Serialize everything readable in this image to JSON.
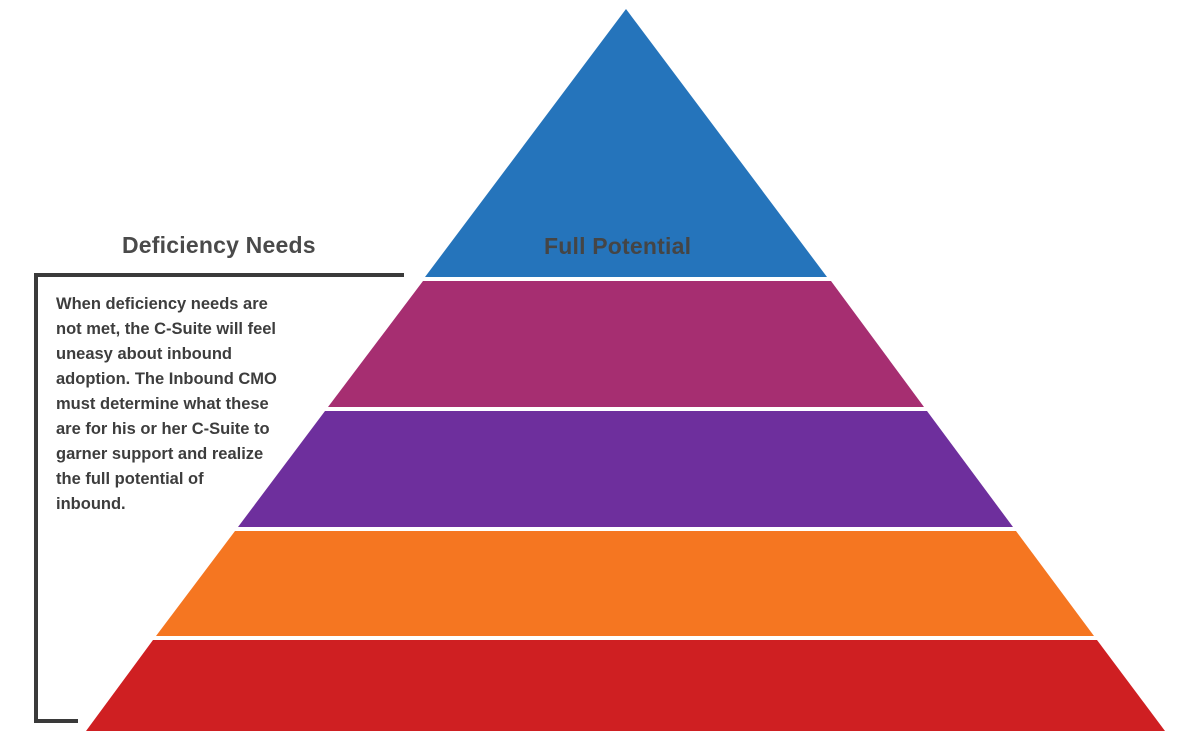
{
  "labels": {
    "deficiency_needs": "Deficiency Needs",
    "full_potential": "Full Potential"
  },
  "description_lines": [
    "When deficiency needs are",
    "not met, the C-Suite will feel",
    "uneasy about inbound",
    "adoption. The Inbound CMO",
    "must determine what these",
    "are for his or her C-Suite to",
    "garner support and realize",
    "the full potential of",
    "inbound."
  ],
  "tiers": [
    {
      "level": 1,
      "color": "#2574bb"
    },
    {
      "level": 2,
      "color": "#a62e71"
    },
    {
      "level": 3,
      "color": "#6e2f9d"
    },
    {
      "level": 4,
      "color": "#f57621"
    },
    {
      "level": 5,
      "color": "#cf1f22"
    }
  ],
  "colors": {
    "bracket": "#3a3a3a",
    "text": "#3d3d3d"
  }
}
